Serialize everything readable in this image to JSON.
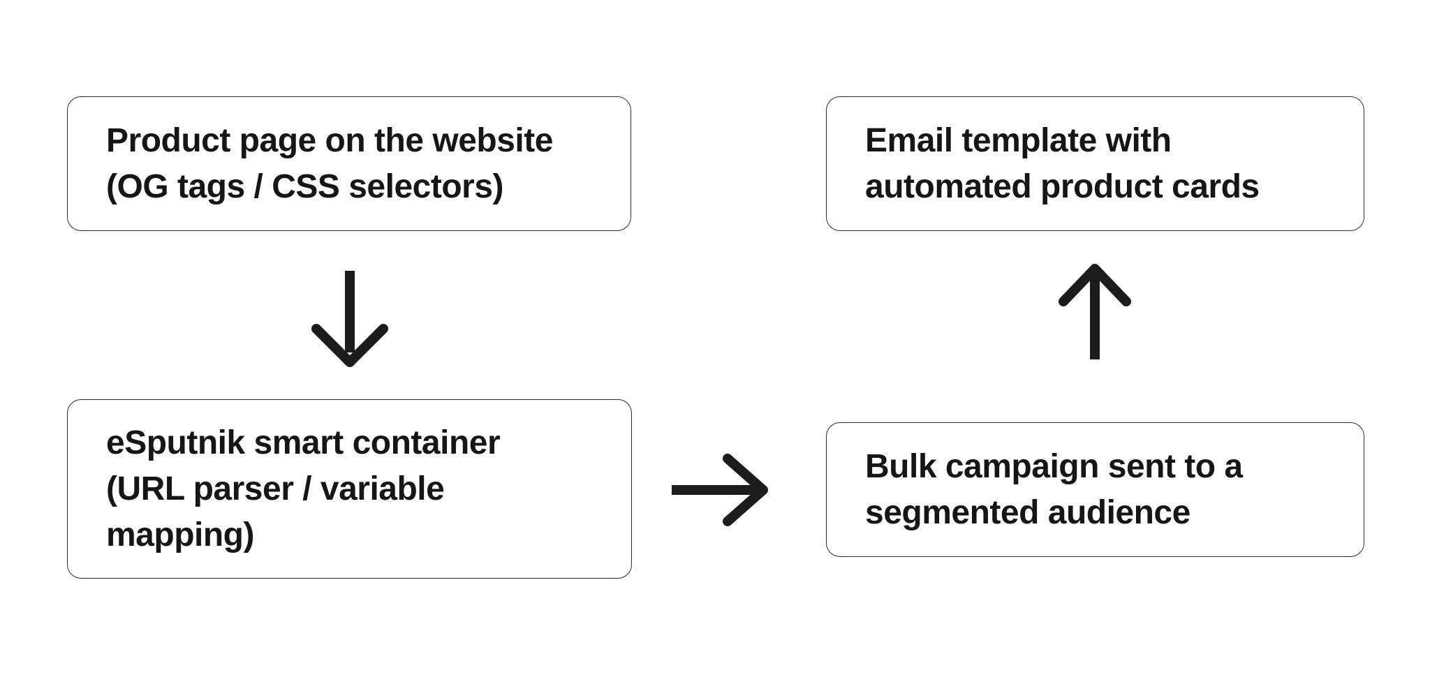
{
  "page": {
    "background_color": "#ffffff"
  },
  "diagram": {
    "text_color": "#161616",
    "border_color": "#2b2b2b",
    "arrow_color": "#1c1c1c",
    "nodes": [
      {
        "id": "product-page",
        "label": "Product page on the website\n(OG tags / CSS selectors)"
      },
      {
        "id": "email-template",
        "label": "Email template with\nautomated product cards"
      },
      {
        "id": "smart-container",
        "label": "eSputnik smart container\n(URL parser / variable\nmapping)"
      },
      {
        "id": "bulk-campaign",
        "label": "Bulk campaign sent to a\nsegmented audience"
      }
    ],
    "arrows": [
      {
        "id": "arrow-down",
        "direction": "down",
        "from": "product-page",
        "to": "smart-container"
      },
      {
        "id": "arrow-right",
        "direction": "right",
        "from": "smart-container",
        "to": "bulk-campaign"
      },
      {
        "id": "arrow-up",
        "direction": "up",
        "from": "bulk-campaign",
        "to": "email-template"
      }
    ]
  }
}
